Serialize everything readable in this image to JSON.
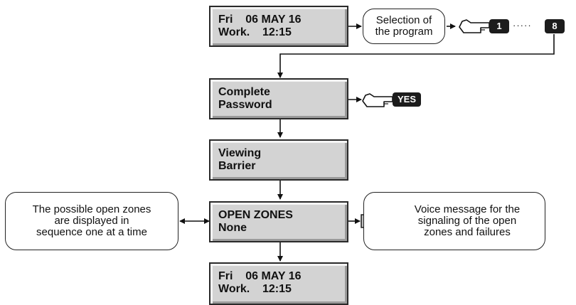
{
  "screens": {
    "home": {
      "line1": "Fri    06 MAY 16",
      "line2": "Work.    12:15"
    },
    "password": {
      "line1": "Complete",
      "line2": "Password"
    },
    "viewing": {
      "line1": "Viewing",
      "line2": "Barrier"
    },
    "open_zones": {
      "line1": "OPEN ZONES",
      "line2": "None"
    },
    "home_return": {
      "line1": "Fri    06 MAY 16",
      "line2": "Work.    12:15"
    }
  },
  "notes": {
    "selection": [
      "Selection of",
      "the program"
    ],
    "sequence": [
      "The possible open zones",
      "are displayed in",
      "sequence one at a time"
    ],
    "voice": [
      "Voice message for the",
      "signaling of the open",
      "zones and failures"
    ]
  },
  "keys": {
    "first": "1",
    "last": "8",
    "yes": "YES",
    "range_dots": "·····"
  },
  "icons": {
    "press": "pointing-hand-icon",
    "voice": "speaker-icon"
  },
  "colors": {
    "lcd_fill": "#d3d3d3",
    "line": "#111111",
    "key_fill": "#1c1c1c"
  }
}
